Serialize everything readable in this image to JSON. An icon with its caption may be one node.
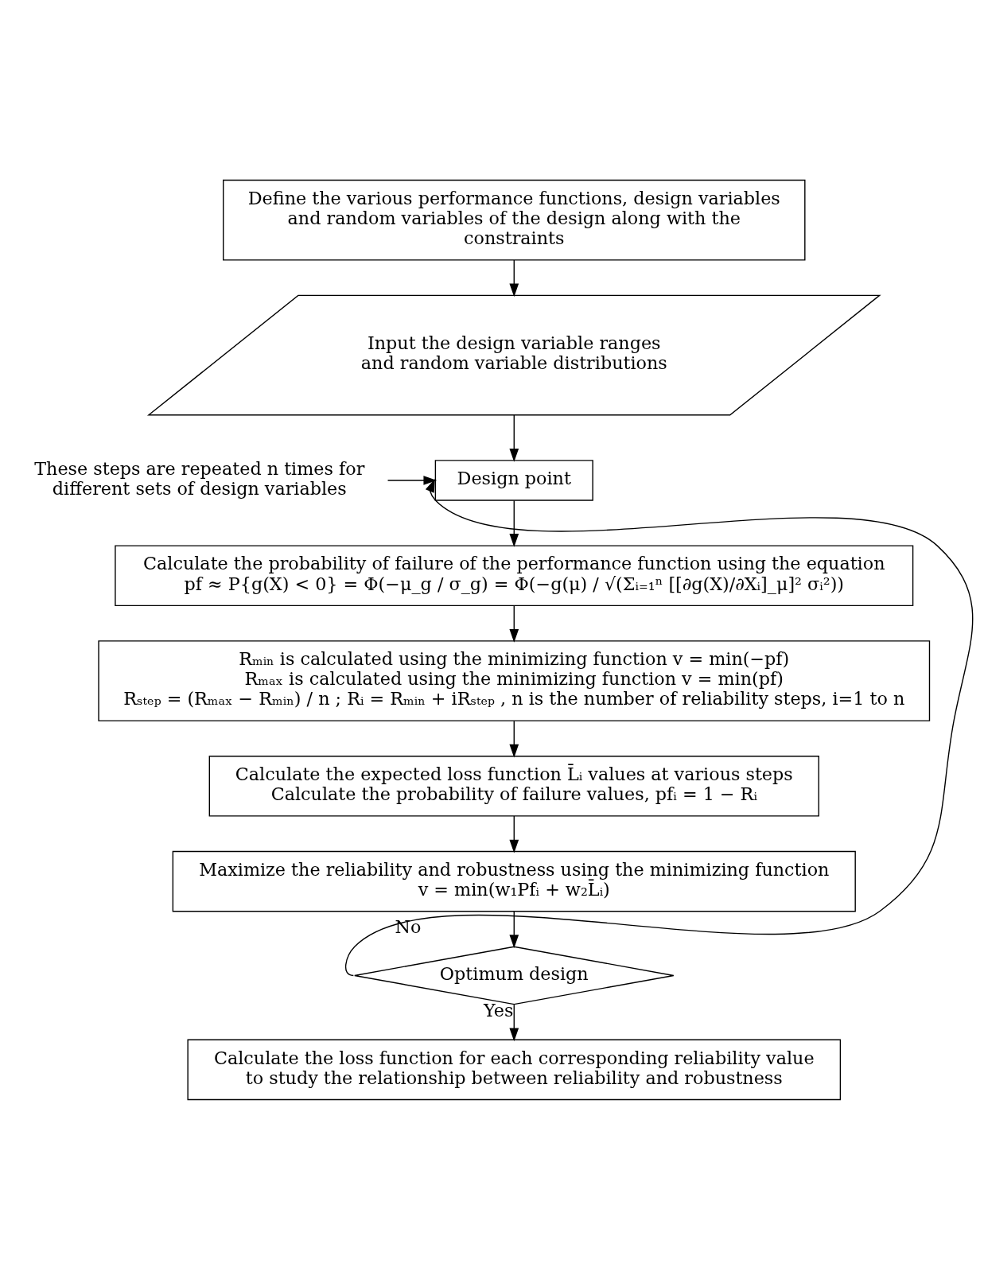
{
  "diagram": {
    "nodes": [
      {
        "text": [
          "Define the various performance functions, design variables and random variables of the design along with the constraints"
        ]
      },
      {
        "text": [
          "Input the design variable ranges and random variable distributions"
        ]
      },
      {
        "text": [
          "Design point"
        ]
      },
      {
        "text": [
          "These steps are repeated n times for different sets of design variables"
        ]
      },
      {
        "text": [
          "Calculate the probability of failure of the performance function using the equation",
          "pf ≈ P{g(X) < 0} = Φ(−μ_g / σ_g) = Φ(−g(μ) / √(Σᵢ₌₁ⁿ [[∂g(X)/∂Xᵢ]_μ]² σᵢ²))"
        ]
      },
      {
        "text": [
          "Rₘᵢₙ is calculated using the minimizing function v = min(−pf)",
          "Rₘₐₓ is calculated using the minimizing function v = min(pf)",
          "Rₛₜₑₚ = (Rₘₐₓ − Rₘᵢₙ) / n ; Rᵢ = Rₘᵢₙ + iRₛₜₑₚ , n is the number of reliability steps, i=1 to n"
        ]
      },
      {
        "text": [
          "Calculate the expected loss function L̄ᵢ values at various steps",
          "Calculate the probability of failure values, pfᵢ = 1 − Rᵢ"
        ]
      },
      {
        "text": [
          "Maximize the reliability and robustness using the minimizing function",
          "v = min(w₁Pfᵢ + w₂L̄ᵢ)"
        ]
      },
      {
        "text": [
          "Optimum design"
        ]
      },
      {
        "text": [
          "Calculate the loss function for each corresponding reliability value to study the relationship between reliability and robustness"
        ]
      }
    ],
    "edges": [
      {
        "from": 0,
        "to": 1,
        "arrow": "to"
      },
      {
        "from": 1,
        "to": 2,
        "arrow": "to"
      },
      {
        "from": 3,
        "to": 2,
        "arrow": "to"
      },
      {
        "from": 2,
        "to": 4,
        "arrow": "to"
      },
      {
        "from": 4,
        "to": 5,
        "arrow": "to"
      },
      {
        "from": 5,
        "to": 6,
        "arrow": "to"
      },
      {
        "from": 6,
        "to": 7,
        "arrow": "to"
      },
      {
        "from": 7,
        "to": 8,
        "arrow": "to"
      },
      {
        "from": 8,
        "to": 2,
        "label": "No",
        "arrow": "to"
      },
      {
        "from": 8,
        "to": 9,
        "label": "Yes",
        "arrow": "to"
      }
    ]
  }
}
